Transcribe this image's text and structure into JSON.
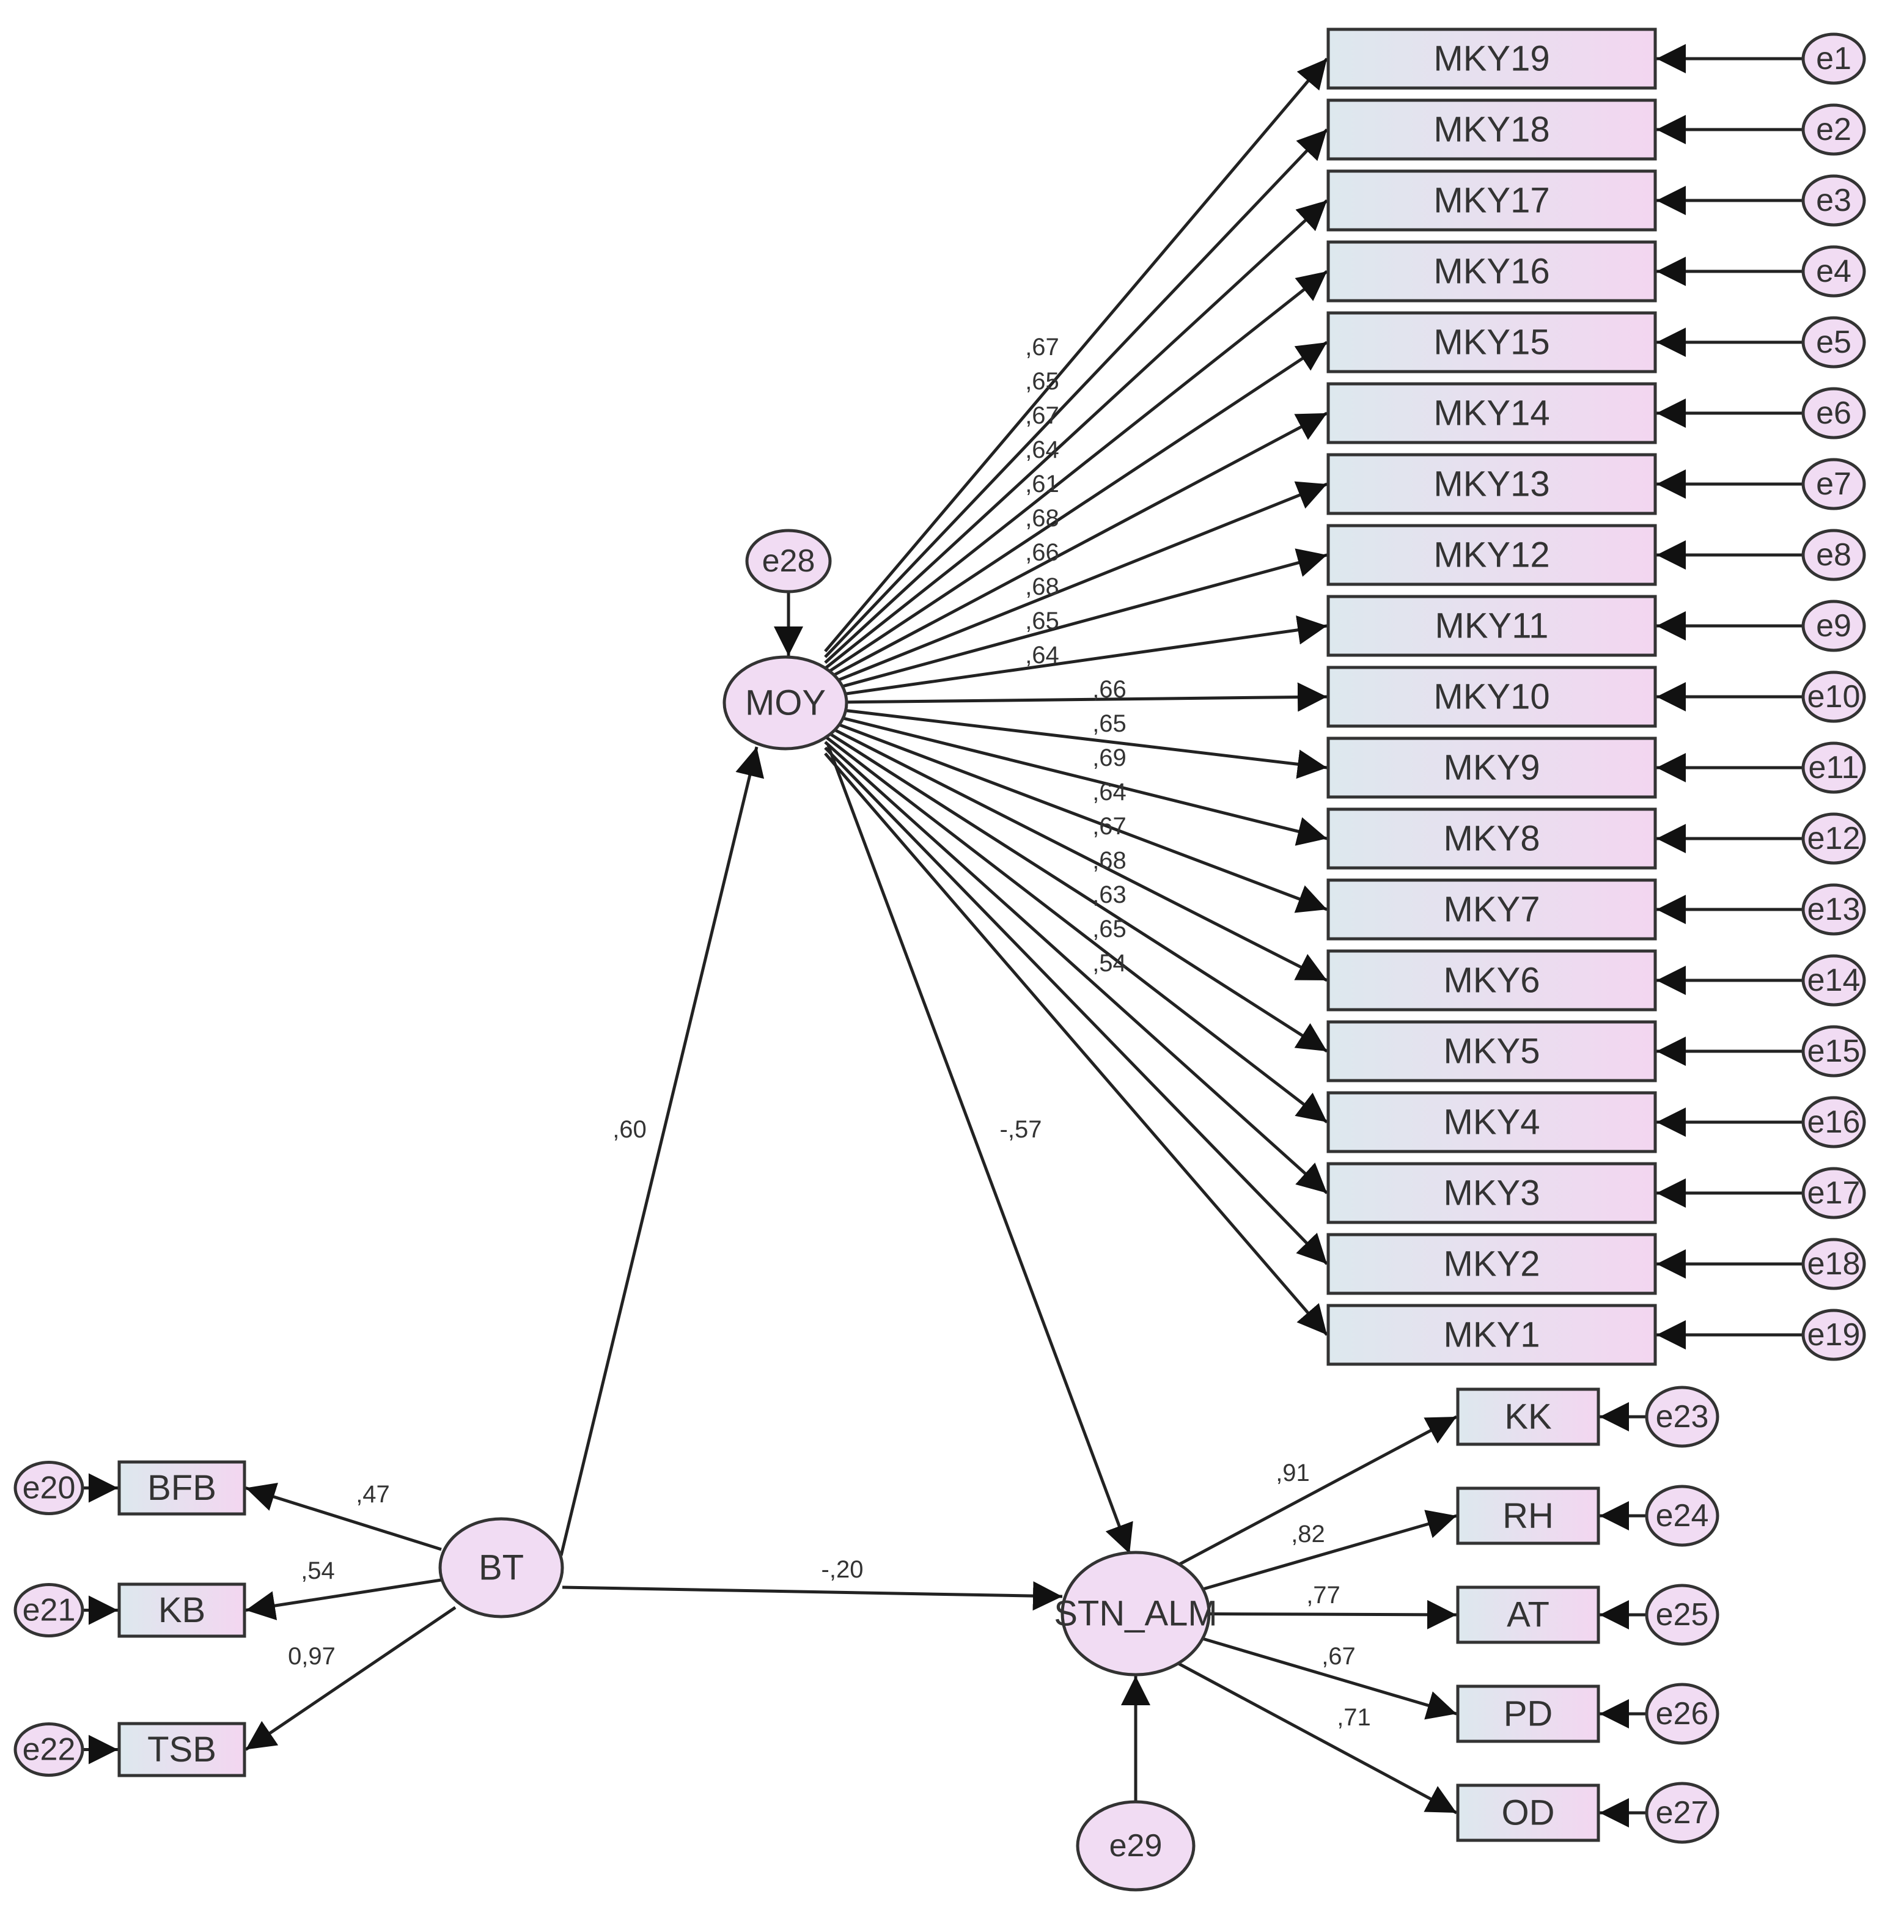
{
  "colors": {
    "box_left": "#dde8ee",
    "box_right": "#f3d6f0",
    "ellipse_fill": "#f1dcf3",
    "line": "#222222"
  },
  "latents": {
    "bt": "BT",
    "moy": "MOY",
    "stn": "STN_ALM"
  },
  "errors": {
    "e28": "e28",
    "e29": "e29"
  },
  "mky_indicators": [
    {
      "label": "MKY19",
      "error": "e1",
      "weight": ",67"
    },
    {
      "label": "MKY18",
      "error": "e2",
      "weight": ",65"
    },
    {
      "label": "MKY17",
      "error": "e3",
      "weight": ",67"
    },
    {
      "label": "MKY16",
      "error": "e4",
      "weight": ",64"
    },
    {
      "label": "MKY15",
      "error": "e5",
      "weight": ",61"
    },
    {
      "label": "MKY14",
      "error": "e6",
      "weight": ",68"
    },
    {
      "label": "MKY13",
      "error": "e7",
      "weight": ",66"
    },
    {
      "label": "MKY12",
      "error": "e8",
      "weight": ",68"
    },
    {
      "label": "MKY11",
      "error": "e9",
      "weight": ",65"
    },
    {
      "label": "MKY10",
      "error": "e10",
      "weight": ",64"
    },
    {
      "label": "MKY9",
      "error": "e11",
      "weight": ",66"
    },
    {
      "label": "MKY8",
      "error": "e12",
      "weight": ",65"
    },
    {
      "label": "MKY7",
      "error": "e13",
      "weight": ",69"
    },
    {
      "label": "MKY6",
      "error": "e14",
      "weight": ",64"
    },
    {
      "label": "MKY5",
      "error": "e15",
      "weight": ",67"
    },
    {
      "label": "MKY4",
      "error": "e16",
      "weight": ",68"
    },
    {
      "label": "MKY3",
      "error": "e17",
      "weight": ",63"
    },
    {
      "label": "MKY2",
      "error": "e18",
      "weight": ",65"
    },
    {
      "label": "MKY1",
      "error": "e19",
      "weight": ",54"
    }
  ],
  "stn_indicators": [
    {
      "label": "KK",
      "error": "e23",
      "weight": ",91"
    },
    {
      "label": "RH",
      "error": "e24",
      "weight": ",82"
    },
    {
      "label": "AT",
      "error": "e25",
      "weight": ",77"
    },
    {
      "label": "PD",
      "error": "e26",
      "weight": ",67"
    },
    {
      "label": "OD",
      "error": "e27",
      "weight": ",71"
    }
  ],
  "bt_indicators": [
    {
      "label": "BFB",
      "error": "e20",
      "weight": ",47"
    },
    {
      "label": "KB",
      "error": "e21",
      "weight": ",54"
    },
    {
      "label": "TSB",
      "error": "e22",
      "weight": "0,97"
    }
  ],
  "paths": {
    "bt_moy": ",60",
    "moy_stn": "-,57",
    "bt_stn": "-,20"
  }
}
